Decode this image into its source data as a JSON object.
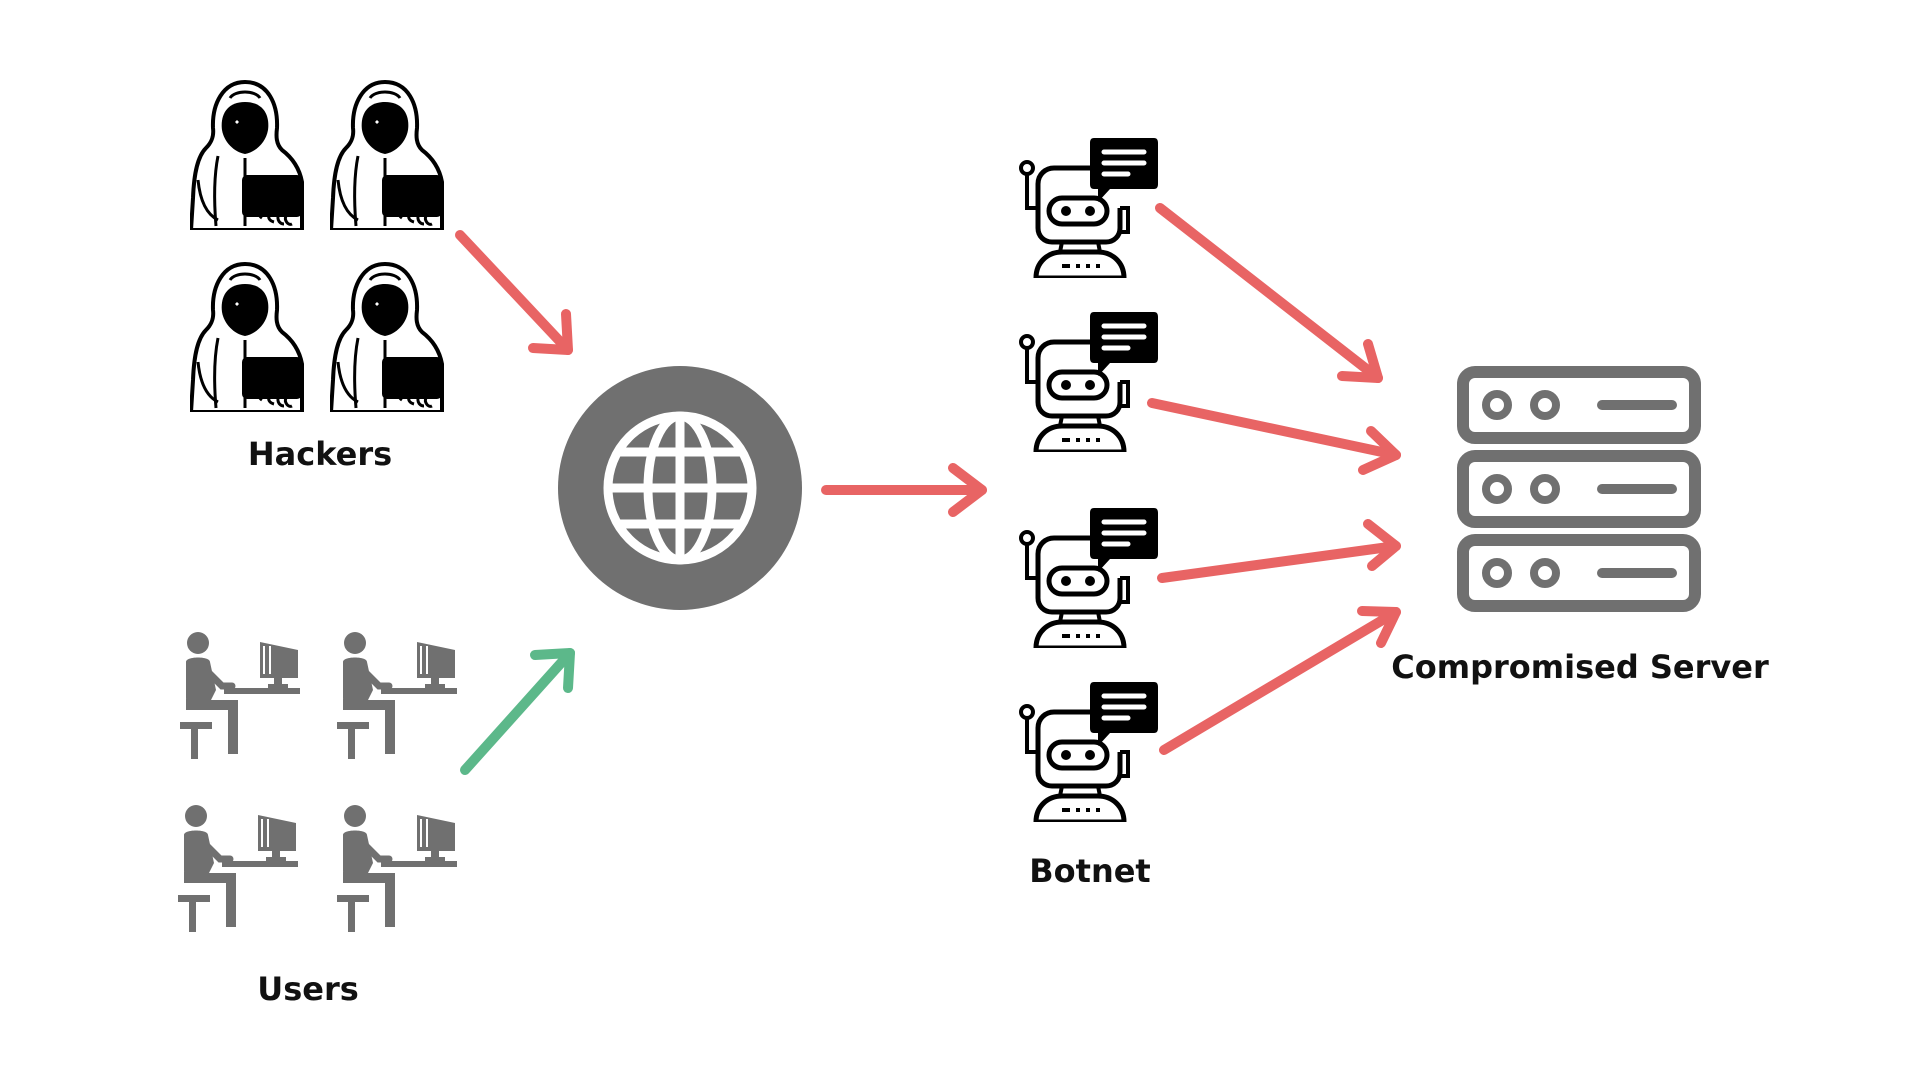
{
  "labels": {
    "hackers": "Hackers",
    "users": "Users",
    "botnet": "Botnet",
    "server": "Compromised Server"
  },
  "groups": {
    "hackers": {
      "count": 4,
      "icon": "hooded-hacker-icon"
    },
    "users": {
      "count": 4,
      "icon": "user-at-computer-icon"
    },
    "botnet": {
      "count": 4,
      "icon": "chat-robot-icon"
    },
    "server": {
      "rack_units": 3,
      "icon": "server-rack-icon"
    },
    "internet": {
      "icon": "globe-icon"
    }
  },
  "colors": {
    "attack_arrow": "#e86464",
    "legit_arrow": "#5cb88a",
    "gray": "#707070",
    "black": "#000000"
  }
}
